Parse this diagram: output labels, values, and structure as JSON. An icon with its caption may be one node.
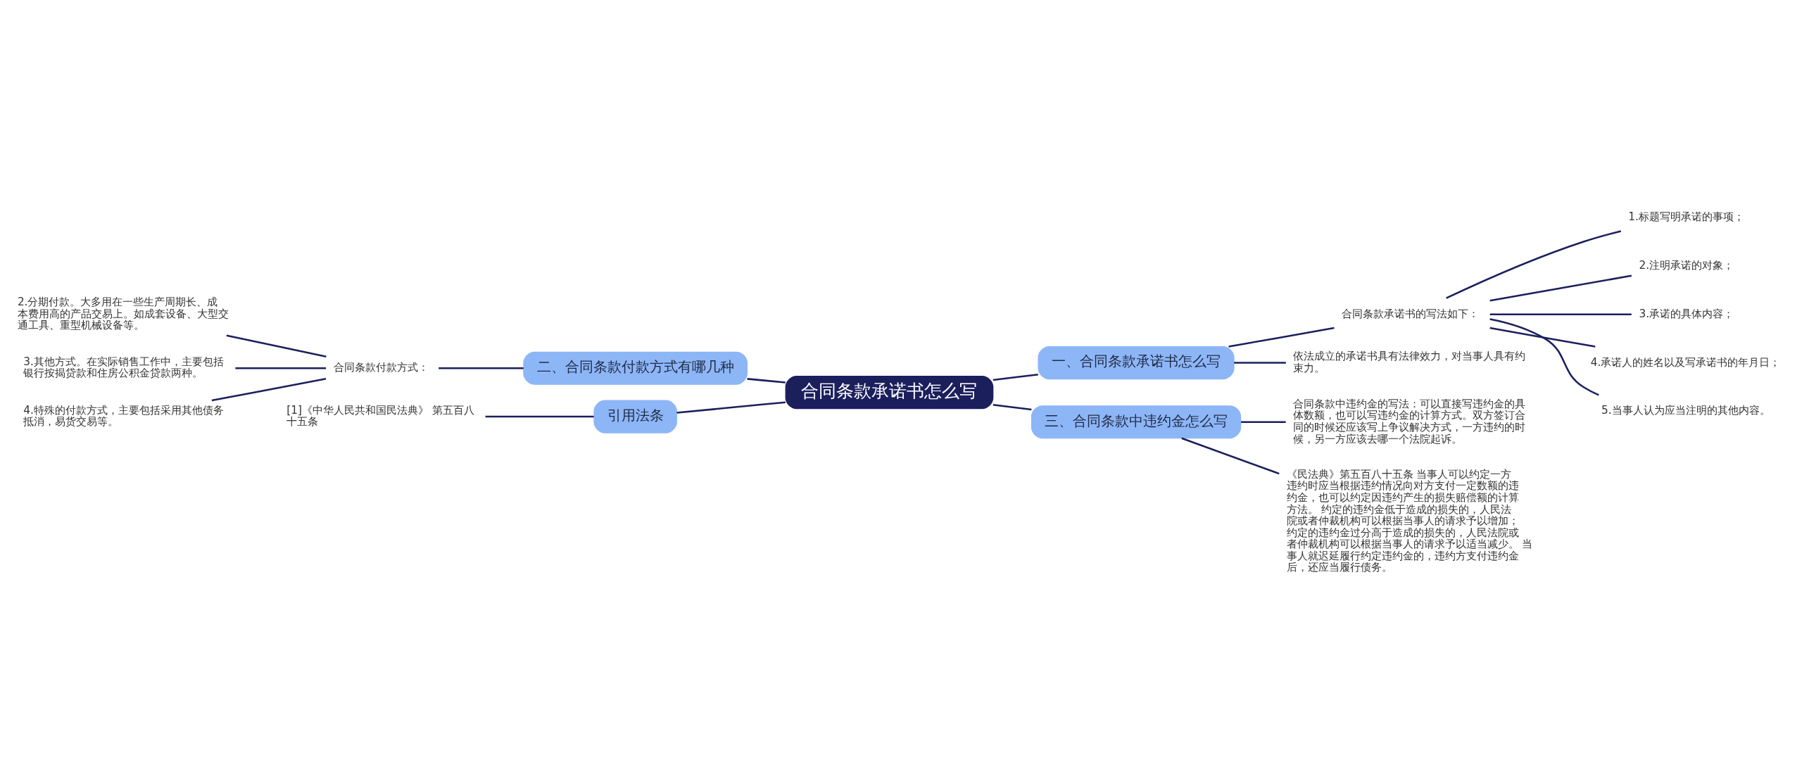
{
  "diagram": {
    "nodes": [
      {
        "text": [
          "合同条款承诺书怎么写"
        ]
      },
      {
        "text": [
          "一、合同条款承诺书怎么写"
        ]
      },
      {
        "text": [
          "合同条款承诺书的写法如下："
        ]
      },
      {
        "text": [
          "1.标题写明承诺的事项；"
        ]
      },
      {
        "text": [
          "2.注明承诺的对象；"
        ]
      },
      {
        "text": [
          "3.承诺的具体内容；"
        ]
      },
      {
        "text": [
          "4.承诺人的姓名以及写承诺书的年月日；"
        ]
      },
      {
        "text": [
          "5.当事人认为应当注明的其他内容。"
        ]
      },
      {
        "text": [
          "依法成立的承诺书具有法律效力，对当事人具有约束力。"
        ]
      },
      {
        "text": [
          "三、合同条款中违约金怎么写"
        ]
      },
      {
        "text": [
          "合同条款中违约金的写法：可以直接写违约金的具体数额，也可以写违约金的计算方式。双方签订合同的时候还应该写上争议解决方式，一方违约的时候，另一方应该去哪一个法院起诉。"
        ]
      },
      {
        "text": [
          "《民法典》第五百八十五条 当事人可以约定一方违约时应当根据违约情况向对方支付一定数额的违约金，也可以约定因违约产生的损失赔偿额的计算方法。 约定的违约金低于造成的损失的，人民法院或者仲裁机构可以根据当事人的请求予以增加；约定的违约金过分高于造成的损失的，人民法院或者仲裁机构可以根据当事人的请求予以适当减少。 当事人就迟延履行约定违约金的，违约方支付违约金后，还应当履行债务。"
        ]
      },
      {
        "text": [
          "二、合同条款付款方式有哪几种"
        ]
      },
      {
        "text": [
          "合同条款付款方式："
        ]
      },
      {
        "text": [
          "2.分期付款。大多用在一些生产周期长、成本费用高的产品交易上。如成套设备、大型交通工具、重型机械设备等。"
        ]
      },
      {
        "text": [
          "3.其他方式。在实际销售工作中，主要包括银行按揭贷款和住房公积金贷款两种。"
        ]
      },
      {
        "text": [
          "4.特殊的付款方式，主要包括采用其他债务抵消，易货交易等。"
        ]
      },
      {
        "text": [
          "引用法条"
        ]
      },
      {
        "text": [
          "[1]《中华人民共和国民法典》 第五百八十五条"
        ]
      }
    ],
    "edges": [
      {
        "from": 0,
        "to": 1,
        "arrow": "none"
      },
      {
        "from": 1,
        "to": 2,
        "arrow": "none"
      },
      {
        "from": 2,
        "to": 3,
        "arrow": "none"
      },
      {
        "from": 2,
        "to": 4,
        "arrow": "none"
      },
      {
        "from": 2,
        "to": 5,
        "arrow": "none"
      },
      {
        "from": 2,
        "to": 6,
        "arrow": "none"
      },
      {
        "from": 2,
        "to": 7,
        "arrow": "none"
      },
      {
        "from": 1,
        "to": 8,
        "arrow": "none"
      },
      {
        "from": 0,
        "to": 9,
        "arrow": "none"
      },
      {
        "from": 9,
        "to": 10,
        "arrow": "none"
      },
      {
        "from": 9,
        "to": 11,
        "arrow": "none"
      },
      {
        "from": 12,
        "to": 0,
        "arrow": "none"
      },
      {
        "from": 13,
        "to": 12,
        "arrow": "none"
      },
      {
        "from": 14,
        "to": 13,
        "arrow": "none"
      },
      {
        "from": 15,
        "to": 13,
        "arrow": "none"
      },
      {
        "from": 16,
        "to": 13,
        "arrow": "none"
      },
      {
        "from": 17,
        "to": 0,
        "arrow": "none"
      },
      {
        "from": 18,
        "to": 17,
        "arrow": "none"
      }
    ]
  }
}
